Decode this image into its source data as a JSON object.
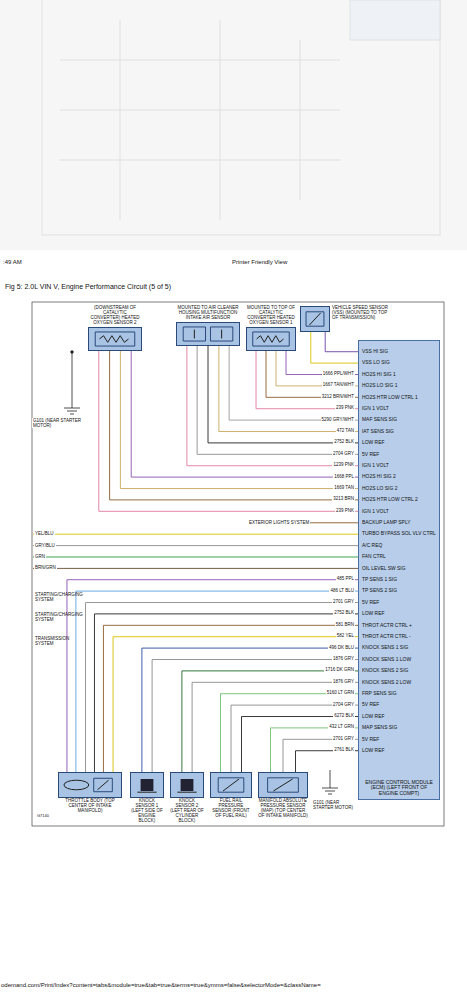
{
  "diagram": {
    "title": "Fig 5: 2.0L VIN V, Engine Performance Circuit (5 of 5)",
    "nodes": [
      {
        "text": [
          "(DOWNSTREAM OF CATALYTIC CONVERTER) HEATED OXYGEN SENSOR 2"
        ]
      },
      {
        "text": [
          "MOUNTED TO AIR CLEANER HOUSING MULTIFUNCTION INTAKE AIR SENSOR"
        ]
      },
      {
        "text": [
          "MOUNTED TO TOP OF CATALYTIC CONVERTER HEATED OXYGEN SENSOR 1"
        ]
      },
      {
        "text": [
          "VEHICLE SPEED SENSOR (VSS) (MOUNTED TO TOP OF TRANSMISSION)"
        ]
      },
      {
        "text": [
          "ENGINE CONTROL MODULE (ECM) (LEFT FRONT OF ENGINE COMPT)",
          "VSS HI SIG",
          "VSS LO SIG",
          "HO2S HI SIG 1",
          "HO2S LO SIG 1",
          "HO2S HTR LOW CTRL 1",
          "IGN 1 VOLT",
          "MAF SENS SIG",
          "IAT SENS SIG",
          "LOW REF",
          "5V REF",
          "IGN 1 VOLT",
          "HO2S HI SIG 2",
          "HO2S LO SIG 2",
          "HO2S HTR LOW CTRL 2",
          "IGN 1 VOLT",
          "BACKUP LAMP SPLY",
          "TURBO BYPASS SOL VLV CTRL",
          "A/C REQ",
          "FAN CTRL",
          "OIL LEVEL SW SIG",
          "TP SENS 1 SIG",
          "TP SENS 2 SIG",
          "5V REF",
          "LOW REF",
          "THROT ACTR CTRL +",
          "THROT ACTR CTRL -",
          "KNOCK SENS 1 SIG",
          "KNOCK SENS 1 LOW",
          "KNOCK SENS 2 SIG",
          "KNOCK SENS 2 LOW",
          "FRP SENS SIG",
          "5V REF",
          "LOW REF",
          "MAP SENS SIG",
          "5V REF",
          "LOW REF"
        ]
      },
      {
        "text": [
          "THROTTLE BODY (TOP CENTER OF INTAKE MANIFOLD)"
        ]
      },
      {
        "text": [
          "KNOCK SENSOR 1 (LEFT SIDE OF ENGINE BLOCK)"
        ]
      },
      {
        "text": [
          "KNOCK SENSOR 2 (LEFT REAR OF CYLINDER BLOCK)"
        ]
      },
      {
        "text": [
          "FUEL RAIL PRESSURE SENSOR (FRONT OF FUEL RAIL)"
        ]
      },
      {
        "text": [
          "MANIFOLD ABSOLUTE PRESSURE SENSOR (MAP) (TOP CENTER OF INTAKE MANIFOLD)"
        ]
      }
    ],
    "edges": [
      {
        "from": 3,
        "to": 4,
        "arrow": "none"
      },
      {
        "from": 3,
        "to": 4,
        "arrow": "none"
      },
      {
        "from": 2,
        "to": 4,
        "arrow": "none",
        "label": "1666 PPL/WHT"
      },
      {
        "from": 2,
        "to": 4,
        "arrow": "none",
        "label": "1667 TAN/WHT"
      },
      {
        "from": 2,
        "to": 4,
        "arrow": "none",
        "label": "3212 BRN/WHT"
      },
      {
        "from": 2,
        "to": 4,
        "arrow": "none",
        "label": "239 PNK"
      },
      {
        "from": 1,
        "to": 4,
        "arrow": "none",
        "label": "5290 GRY/WHT"
      },
      {
        "from": 1,
        "to": 4,
        "arrow": "none",
        "label": "472 TAN"
      },
      {
        "from": 1,
        "to": 4,
        "arrow": "none",
        "label": "2752 BLK"
      },
      {
        "from": 1,
        "to": 4,
        "arrow": "none",
        "label": "2704 GRY"
      },
      {
        "from": 1,
        "to": 4,
        "arrow": "none",
        "label": "1239 PNK"
      },
      {
        "from": 0,
        "to": 4,
        "arrow": "none",
        "label": "1668 PPL"
      },
      {
        "from": 0,
        "to": 4,
        "arrow": "none",
        "label": "1669 TAN"
      },
      {
        "from": 0,
        "to": 4,
        "arrow": "none",
        "label": "3213 BRN"
      },
      {
        "from": 0,
        "to": 4,
        "arrow": "none",
        "label": "239 PNK"
      },
      {
        "from": 5,
        "to": 4,
        "arrow": "none",
        "label": "485 PPL"
      },
      {
        "from": 5,
        "to": 4,
        "arrow": "none",
        "label": "486 LT BLU"
      },
      {
        "from": 5,
        "to": 4,
        "arrow": "none",
        "label": "2701 GRY"
      },
      {
        "from": 5,
        "to": 4,
        "arrow": "none",
        "label": "2752 BLK"
      },
      {
        "from": 5,
        "to": 4,
        "arrow": "none",
        "label": "581 BRN"
      },
      {
        "from": 5,
        "to": 4,
        "arrow": "none",
        "label": "582 YEL"
      },
      {
        "from": 6,
        "to": 4,
        "arrow": "none",
        "label": "496 DK BLU"
      },
      {
        "from": 6,
        "to": 4,
        "arrow": "none",
        "label": "1876 GRY"
      },
      {
        "from": 7,
        "to": 4,
        "arrow": "none",
        "label": "1716 DK GRN"
      },
      {
        "from": 7,
        "to": 4,
        "arrow": "none",
        "label": "1876 GRY"
      },
      {
        "from": 8,
        "to": 4,
        "arrow": "none",
        "label": "5160 LT GRN"
      },
      {
        "from": 8,
        "to": 4,
        "arrow": "none",
        "label": "2704 GRY"
      },
      {
        "from": 8,
        "to": 4,
        "arrow": "none",
        "label": "6272 BLK"
      },
      {
        "from": 9,
        "to": 4,
        "arrow": "none",
        "label": "432 LT GRN"
      },
      {
        "from": 9,
        "to": 4,
        "arrow": "none",
        "label": "2701 GRY"
      },
      {
        "from": 9,
        "to": 4,
        "arrow": "none",
        "label": "2761 BLK"
      }
    ],
    "labels": [
      ":49 AM",
      "Printer Friendly View",
      "G101 (NEAR STARTER MOTOR)",
      "EXTERIOR LIGHTS SYSTEM",
      "YEL/BLU",
      "GRY/BLU",
      "GRN",
      "BRN/GRN",
      "STARTING/CHARGING SYSTEM",
      "STARTING/CHARGING SYSTEM",
      "TRANSMISSION SYSTEM",
      "G101 (NEAR STARTER MOTOR)",
      "G7140",
      "odemand.com/Print/Index?content=tabs&module=true&tab=true&terms=true&ymms=false&selectorMode=&className="
    ]
  }
}
